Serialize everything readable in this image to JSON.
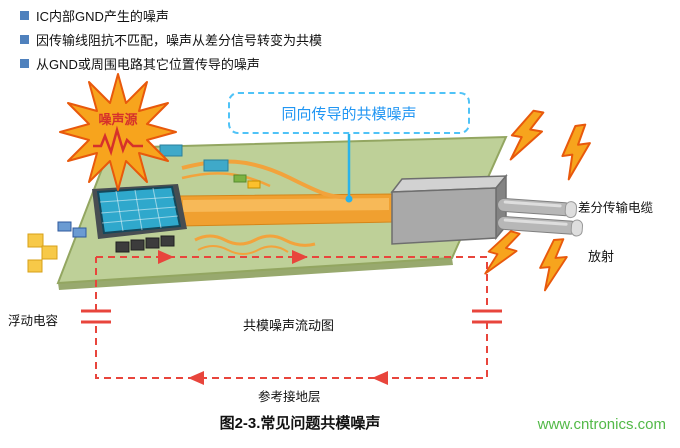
{
  "header": {
    "bullets": [
      "IC内部GND产生的噪声",
      "因传输线阻抗不匹配，噪声从差分信号转变为共模",
      "从GND或周围电路其它位置传导的噪声"
    ]
  },
  "diagram": {
    "noise_source": "噪声源",
    "common_mode_callout": "同向传导的共模噪声",
    "diff_cable": "差分传输电缆",
    "radiation": "放射",
    "floating_cap": "浮动电容",
    "flow_title": "共模噪声流动图",
    "ref_ground": "参考接地层"
  },
  "caption": "图2-3.常见问题共模噪声",
  "watermark": "www.cntronics.com",
  "colors": {
    "bullet_blue": "#4f81bd",
    "callout_blue": "#2196f3",
    "noise_orange": "#f7a41d",
    "alert_red": "#e8453c",
    "pcb_green": "#bed098",
    "chip_teal": "#2fa8cc",
    "link_green": "#53b948"
  }
}
